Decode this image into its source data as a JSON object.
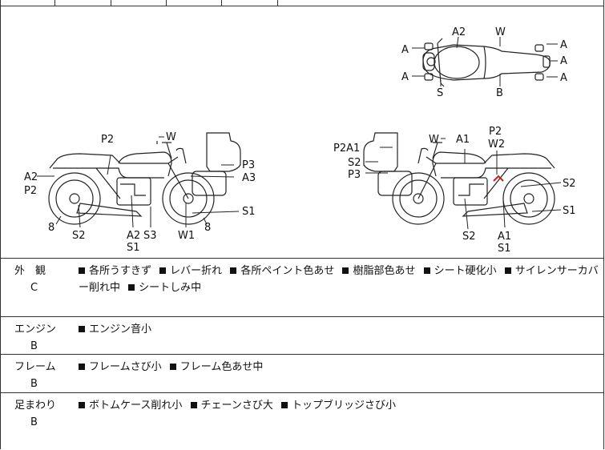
{
  "diagram_labels": {
    "top_view": {
      "A2": "A2",
      "W": "W",
      "A_left_top": "A",
      "A_left_bottom": "A",
      "A_right_1": "A",
      "A_right_2": "A",
      "A_right_3": "A",
      "S": "S",
      "B": "B"
    },
    "left_view": {
      "P2_top": "P2",
      "W": "W",
      "A2_left": "A2",
      "P2_left": "P2",
      "P3": "P3",
      "A3": "A3",
      "S1_right": "S1",
      "num_8_left": "8",
      "S2": "S2",
      "A2_bottom": "A2",
      "S3": "S3",
      "S1_bottom": "S1",
      "W1": "W1",
      "num_8_right": "8"
    },
    "right_view": {
      "P2A1": "P2A1",
      "W": "W",
      "A1_top": "A1",
      "P2_top": "P2",
      "W2": "W2",
      "S2_left": "S2",
      "P3": "P3",
      "S2_right": "S2",
      "S1_right": "S1",
      "S2_bottom": "S2",
      "A1_bottom": "A1",
      "S1_bottom": "S1"
    }
  },
  "rows": [
    {
      "category": "外　観",
      "grade": "C",
      "items": [
        "各所うすきず",
        "レバー折れ",
        "各所ペイント色あせ",
        "樹脂部色あせ",
        "シート硬化小",
        "サイレンサーカバー削れ中",
        "シートしみ中"
      ]
    },
    {
      "category": "エンジン",
      "grade": "B",
      "items": [
        "エンジン音小"
      ]
    },
    {
      "category": "フレーム",
      "grade": "B",
      "items": [
        "フレームさび小",
        "フレーム色あせ中"
      ]
    },
    {
      "category": "足まわり",
      "grade": "B",
      "items": [
        "ボトムケース削れ小",
        "チェーンさび大",
        "トップブリッジさび小"
      ]
    }
  ],
  "colors": {
    "line": "#333333",
    "accent_mark": "#d11a1a"
  }
}
